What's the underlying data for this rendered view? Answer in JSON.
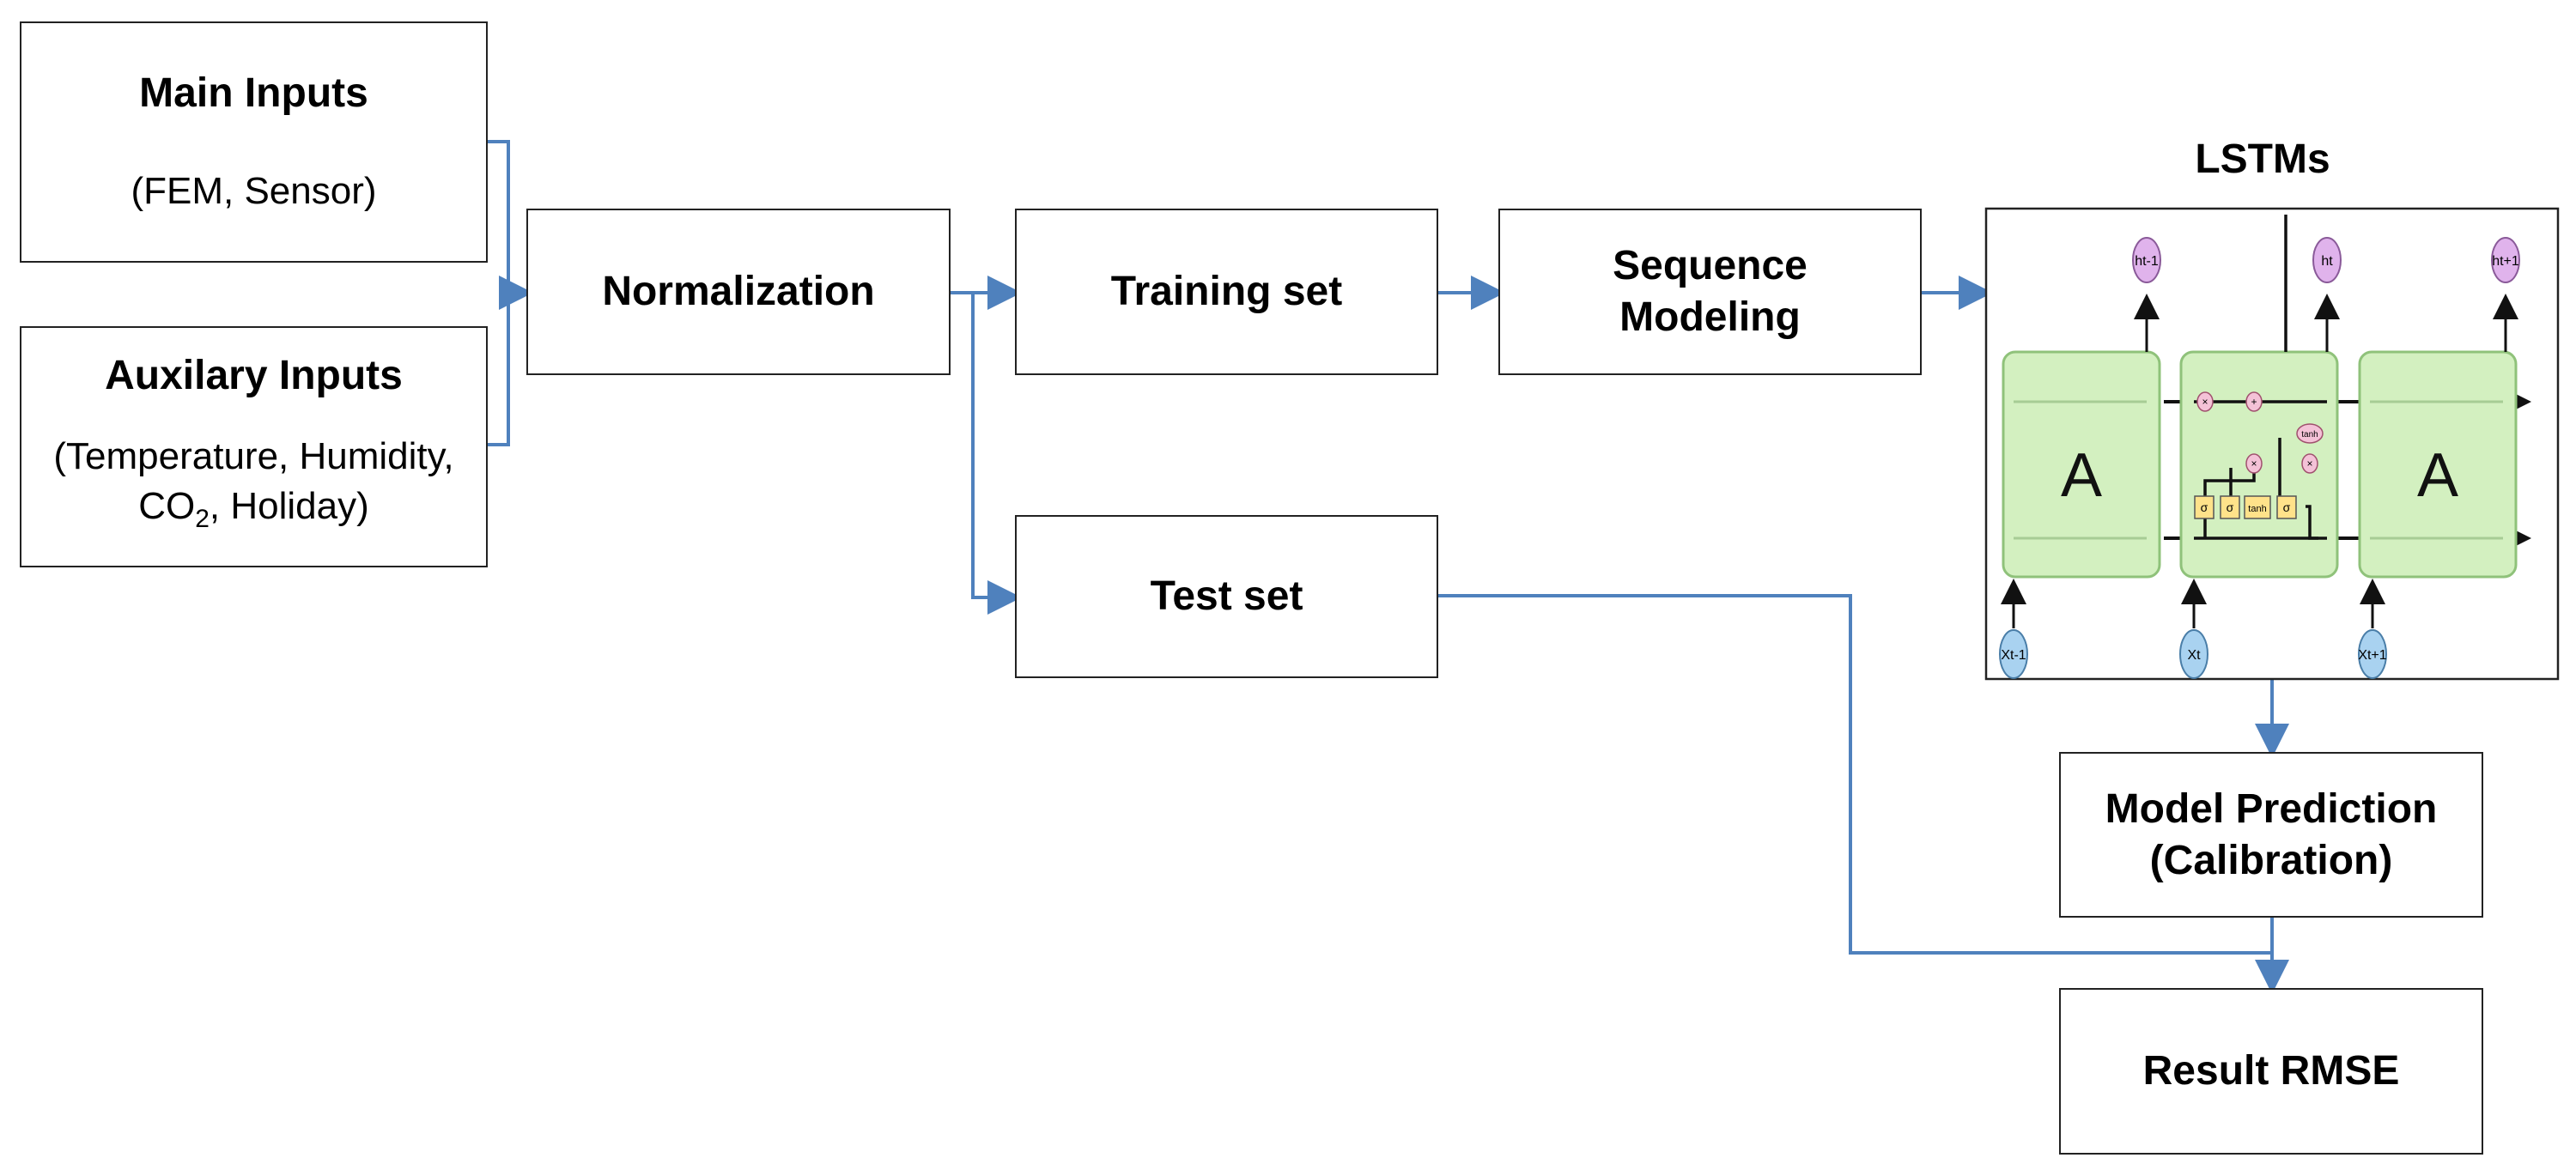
{
  "nodes": {
    "main_inputs": {
      "title": "Main Inputs",
      "subtitle": "(FEM, Sensor)"
    },
    "auxiliary_inputs": {
      "title": "Auxilary Inputs",
      "subtitle_line1": "(Temperature, Humidity,",
      "subtitle_line2_pre": "CO",
      "subtitle_line2_sub": "2",
      "subtitle_line2_post": ", Holiday)"
    },
    "normalization": {
      "title": "Normalization"
    },
    "training_set": {
      "title": "Training set"
    },
    "test_set": {
      "title": "Test set"
    },
    "sequence_modeling": {
      "title_line1": "Sequence",
      "title_line2": "Modeling"
    },
    "lstms": {
      "title": "LSTMs",
      "cell_label": "A",
      "input_labels": [
        "Xt-1",
        "Xt",
        "Xt+1"
      ],
      "output_labels": [
        "ht-1",
        "ht",
        "ht+1"
      ],
      "gate_labels": [
        "σ",
        "σ",
        "tanh",
        "σ"
      ],
      "op_labels": [
        "×",
        "+",
        "×",
        "×",
        "tanh"
      ]
    },
    "model_prediction": {
      "title_line1": "Model Prediction",
      "title_line2": "(Calibration)"
    },
    "result_rmse": {
      "title": "Result RMSE"
    }
  },
  "colors": {
    "arrow": "#4f81bd",
    "cell_fill": "#d3f0c0",
    "cell_stroke": "#8fc27a",
    "x_node": "#a9d2f0",
    "h_node": "#e0b3ec",
    "gate": "#ffe28a"
  }
}
